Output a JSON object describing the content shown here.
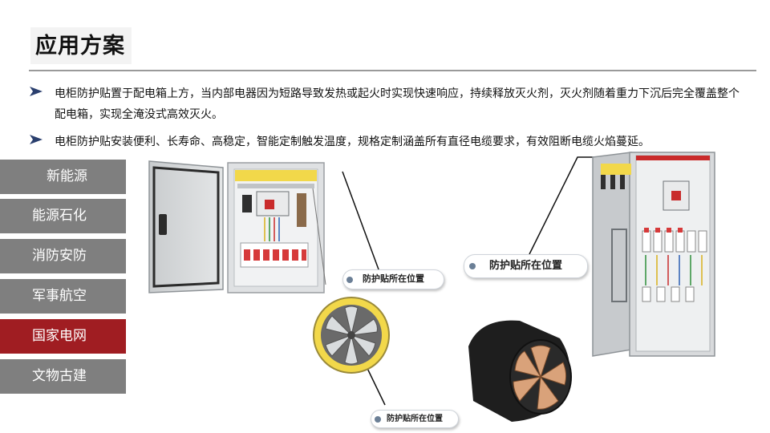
{
  "header": {
    "title": "应用方案"
  },
  "bullets": [
    {
      "text": "电柜防护贴置于配电箱上方，当内部电器因为短路导致发热或起火时实现快速响应，持续释放灭火剂，灭火剂随着重力下沉后完全覆盖整个配电箱，实现全淹没式高效灭火。"
    },
    {
      "text": "电柜防护贴安装便利、长寿命、高稳定，智能定制触发温度，规格定制涵盖所有直径电缆要求，有效阻断电缆火焰蔓延。"
    }
  ],
  "sidebar": {
    "items": [
      {
        "label": "新能源"
      },
      {
        "label": "能源石化"
      },
      {
        "label": "消防安防"
      },
      {
        "label": "军事航空"
      },
      {
        "label": "国家电网",
        "active": true
      },
      {
        "label": "文物古建"
      }
    ]
  },
  "callouts": {
    "small_cabinet": "防护贴所在位置",
    "large_cabinet": "防护贴所在位置",
    "cable": "防护贴所在位置"
  },
  "colors": {
    "active_nav": "#a01d22",
    "nav": "#7f7f7f",
    "patch": "#f2d84a",
    "rule": "#9a9a9a"
  }
}
